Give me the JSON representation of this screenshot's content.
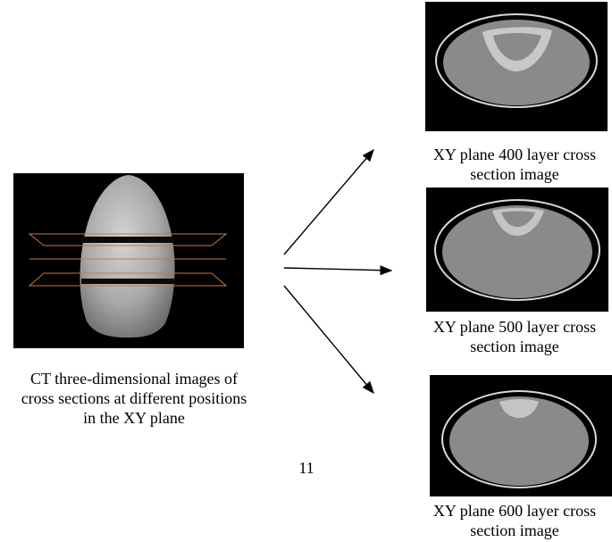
{
  "main_caption": {
    "line1": "CT three-dimensional images of",
    "line2": "cross sections at different positions",
    "line3": "in the XY plane"
  },
  "slices": [
    {
      "line1": "XY plane 400 layer cross",
      "line2": "section image"
    },
    {
      "line1": "XY plane 500 layer cross",
      "line2": "section image"
    },
    {
      "line1": "XY plane 600 layer cross",
      "line2": "section image"
    }
  ],
  "page_number": "11",
  "colors": {
    "panel_bg": "#000000",
    "plane_line": "#c8783c",
    "arrow": "#000000"
  }
}
